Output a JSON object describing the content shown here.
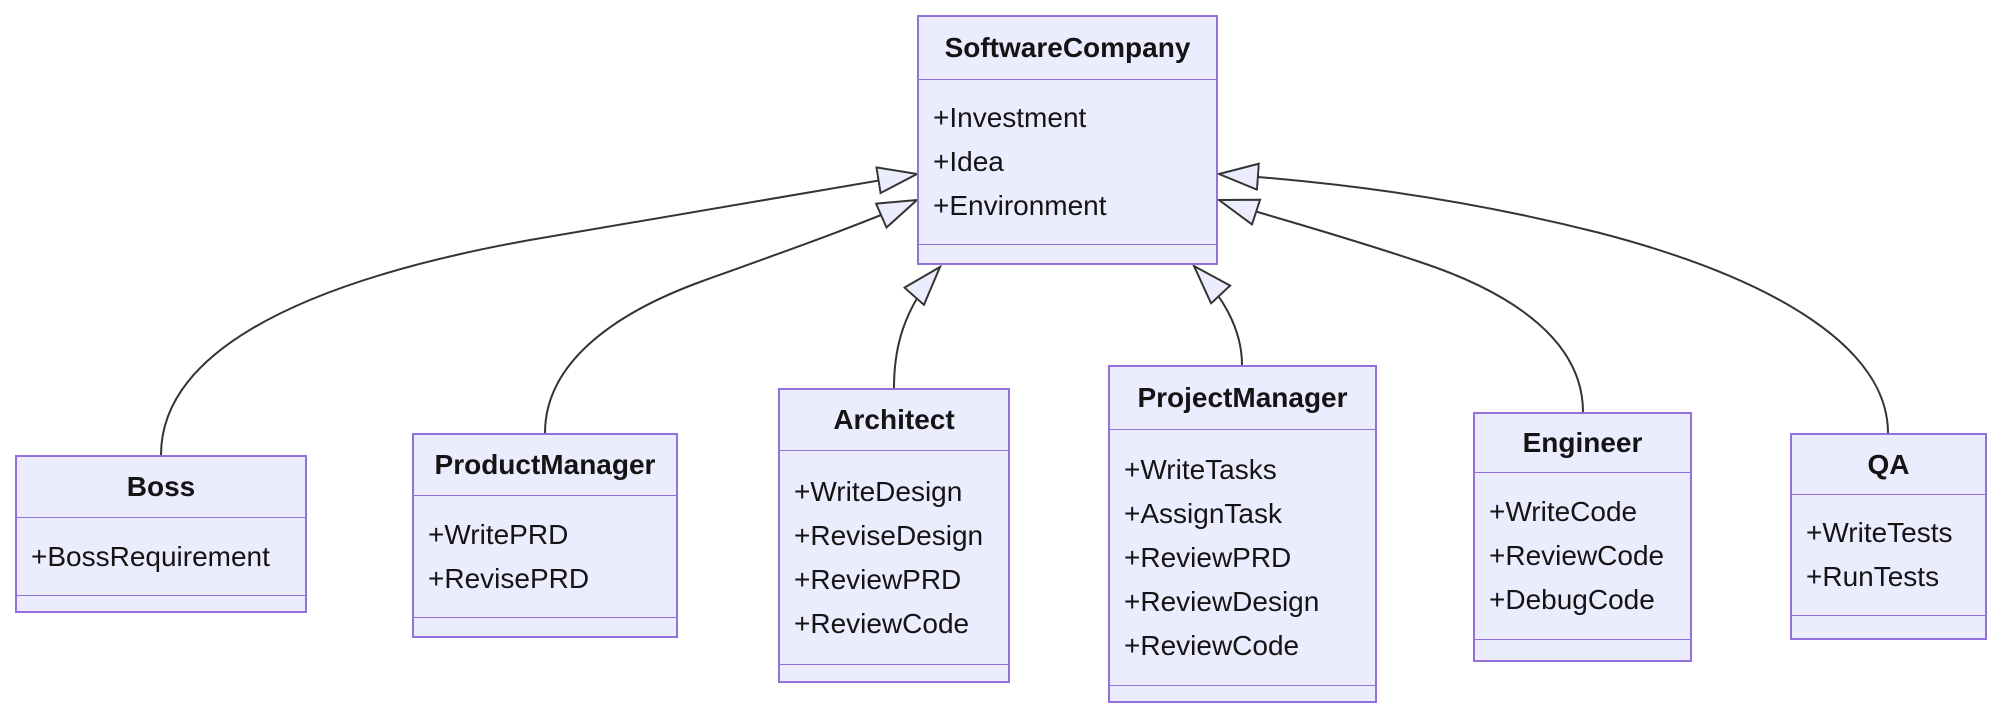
{
  "diagram": {
    "kind": "uml-class-diagram",
    "classes": [
      {
        "name": "SoftwareCompany",
        "attributes": [
          "+Investment",
          "+Idea",
          "+Environment"
        ],
        "methods": []
      },
      {
        "name": "Boss",
        "attributes": [
          "+BossRequirement"
        ],
        "methods": []
      },
      {
        "name": "ProductManager",
        "attributes": [
          "+WritePRD",
          "+RevisePRD"
        ],
        "methods": []
      },
      {
        "name": "Architect",
        "attributes": [
          "+WriteDesign",
          "+ReviseDesign",
          "+ReviewPRD",
          "+ReviewCode"
        ],
        "methods": []
      },
      {
        "name": "ProjectManager",
        "attributes": [
          "+WriteTasks",
          "+AssignTask",
          "+ReviewPRD",
          "+ReviewDesign",
          "+ReviewCode"
        ],
        "methods": []
      },
      {
        "name": "Engineer",
        "attributes": [
          "+WriteCode",
          "+ReviewCode",
          "+DebugCode"
        ],
        "methods": []
      },
      {
        "name": "QA",
        "attributes": [
          "+WriteTests",
          "+RunTests"
        ],
        "methods": []
      }
    ],
    "relations": [
      {
        "from": "Boss",
        "to": "SoftwareCompany",
        "type": "inheritance",
        "arrowhead": "hollow-triangle"
      },
      {
        "from": "ProductManager",
        "to": "SoftwareCompany",
        "type": "inheritance",
        "arrowhead": "hollow-triangle"
      },
      {
        "from": "Architect",
        "to": "SoftwareCompany",
        "type": "inheritance",
        "arrowhead": "hollow-triangle"
      },
      {
        "from": "ProjectManager",
        "to": "SoftwareCompany",
        "type": "inheritance",
        "arrowhead": "hollow-triangle"
      },
      {
        "from": "Engineer",
        "to": "SoftwareCompany",
        "type": "inheritance",
        "arrowhead": "hollow-triangle"
      },
      {
        "from": "QA",
        "to": "SoftwareCompany",
        "type": "inheritance",
        "arrowhead": "hollow-triangle"
      }
    ],
    "colors": {
      "node_fill": "#ECECFF",
      "node_border": "#9370DB",
      "edge": "#343434",
      "text": "#141414",
      "background": "#ffffff"
    }
  }
}
